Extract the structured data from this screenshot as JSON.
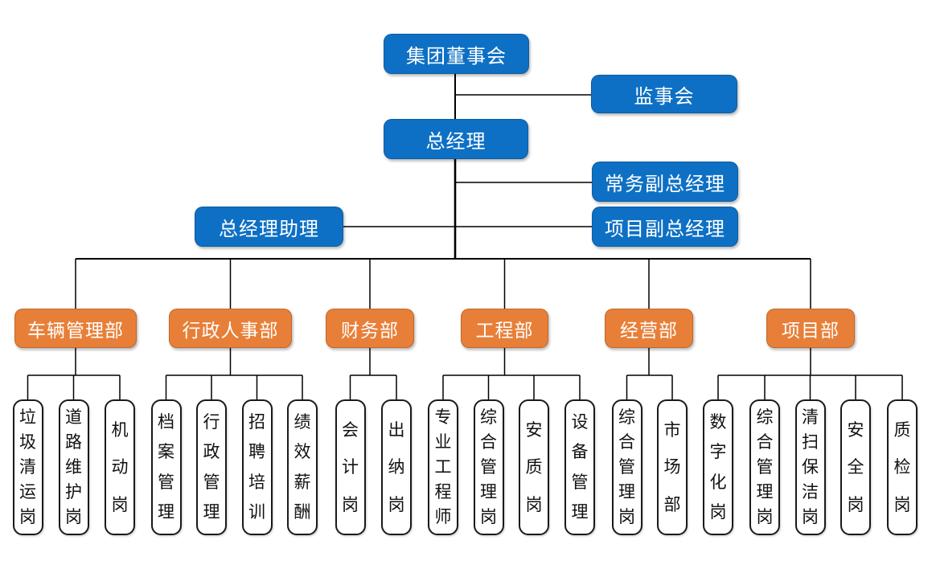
{
  "org_chart": {
    "top_nodes": {
      "board": "集团董事会",
      "supervisory": "监事会",
      "general_manager": "总经理",
      "executive_deputy_gm": "常务副总经理",
      "gm_assistant": "总经理助理",
      "project_deputy_gm": "项目副总经理"
    },
    "departments": [
      {
        "label": "车辆管理部",
        "positions": [
          "垃圾清运岗",
          "道路维护岗",
          "机动岗"
        ]
      },
      {
        "label": "行政人事部",
        "positions": [
          "档案管理",
          "行政管理",
          "招聘培训",
          "绩效薪酬"
        ]
      },
      {
        "label": "财务部",
        "positions": [
          "会计岗",
          "出纳岗"
        ]
      },
      {
        "label": "工程部",
        "positions": [
          "专业工程师",
          "综合管理岗",
          "安质岗",
          "设备管理"
        ]
      },
      {
        "label": "经营部",
        "positions": [
          "综合管理岗",
          "市场部"
        ]
      },
      {
        "label": "项目部",
        "positions": [
          "数字化岗",
          "综合管理岗",
          "清扫保洁岗",
          "安全岗",
          "质检岗"
        ]
      }
    ]
  },
  "colors": {
    "executive_node_blue": "#0e70c4",
    "department_node_orange": "#e87f38",
    "position_node_bg": "#ffffff",
    "position_node_border": "#1a1a1a",
    "connector_line": "#000000",
    "text_on_color": "#ffffff",
    "text_on_white": "#111111",
    "page_background": "#ffffff"
  }
}
